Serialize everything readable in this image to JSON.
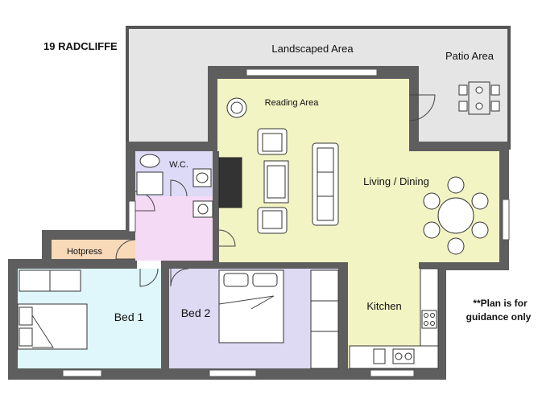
{
  "plan": {
    "title": "19 RADCLIFFE",
    "note_line1": "**Plan is for",
    "note_line2": "guidance only",
    "rooms": {
      "landscaped": "Landscaped Area",
      "patio": "Patio Area",
      "reading": "Reading Area",
      "wc": "W.C.",
      "living": "Living / Dining",
      "hotpress": "Hotpress",
      "bed1": "Bed 1",
      "bed2": "Bed 2",
      "kitchen": "Kitchen"
    },
    "colors": {
      "outdoor": "#e5e5e5",
      "living": "#f3f4c3",
      "kitchen": "#f3f4c3",
      "wc": "#dcdaf6",
      "hall": "#f5daf6",
      "hotpress": "#f8d9b8",
      "bed1": "#dff6fb",
      "bed2": "#dedaf4",
      "wall": "#5e5e5e"
    }
  }
}
